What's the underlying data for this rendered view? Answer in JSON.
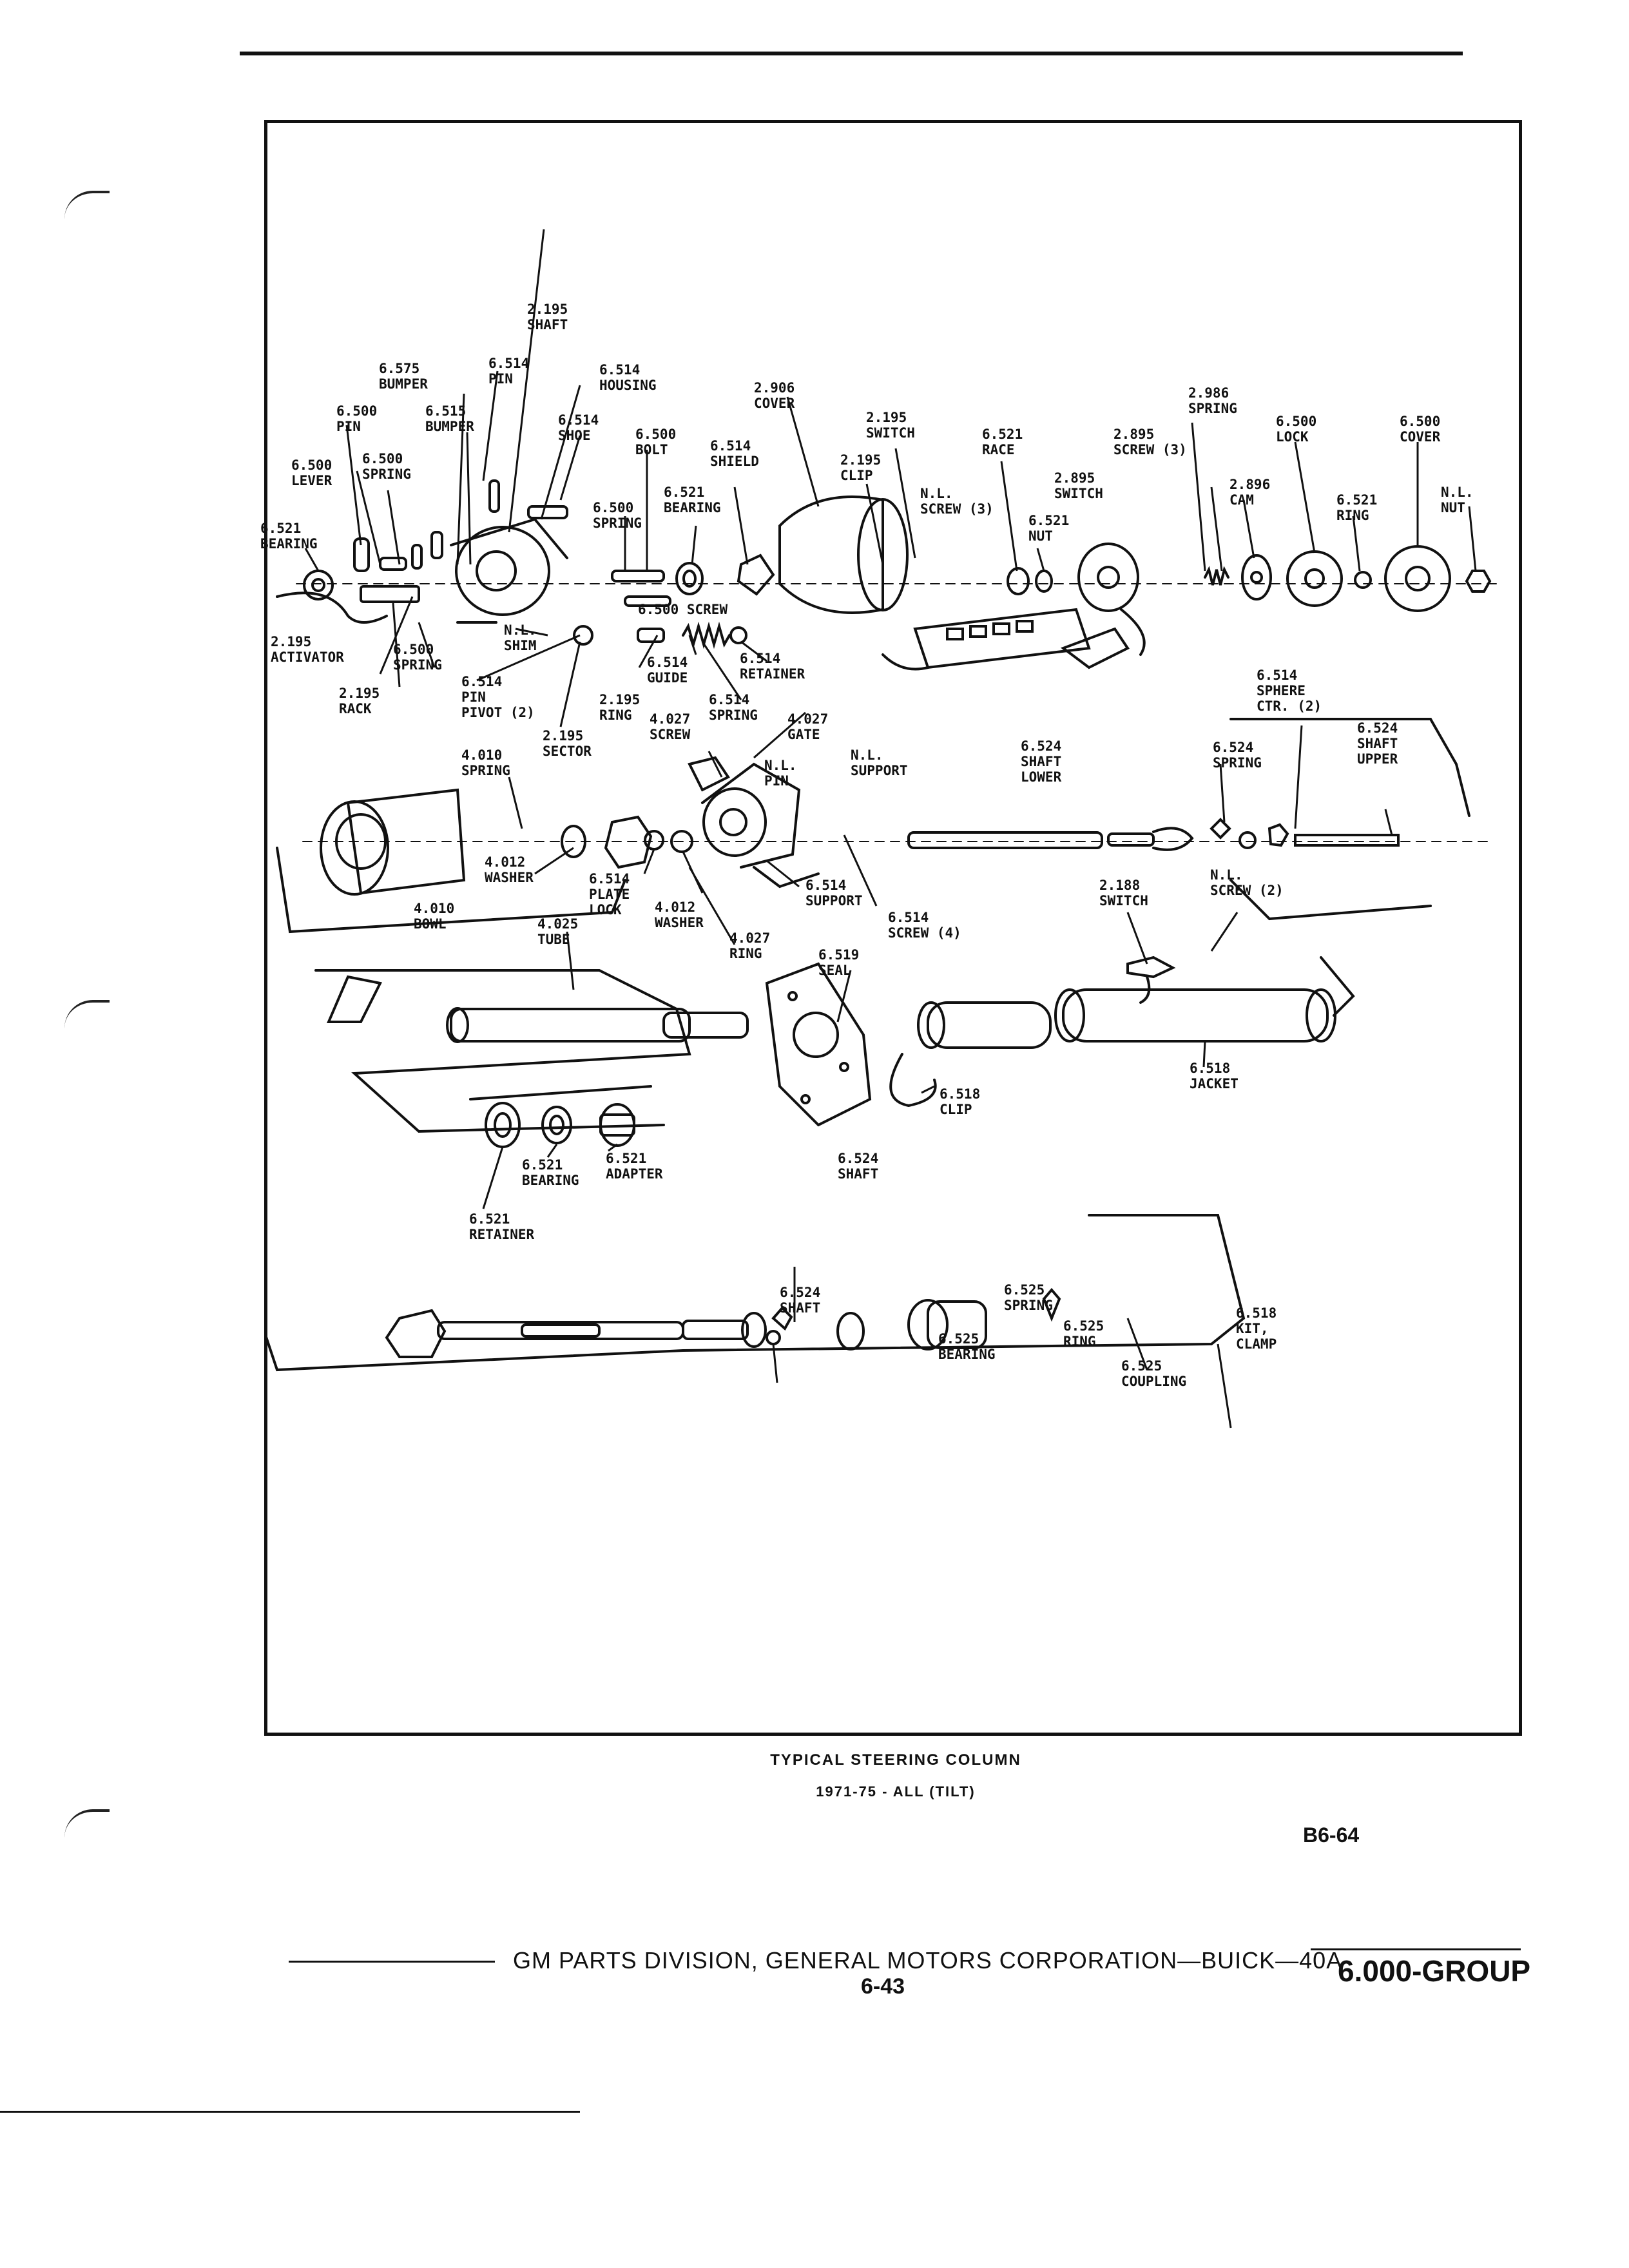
{
  "figure": {
    "caption_title": "TYPICAL STEERING COLUMN",
    "caption_subtitle": "1971-75 - ALL (TILT)",
    "figure_code": "B6-64"
  },
  "footer": {
    "publisher_line": "GM PARTS DIVISION, GENERAL MOTORS CORPORATION—BUICK—40A",
    "page_number": "6-43",
    "group": "6.000-GROUP"
  },
  "labels": [
    {
      "id": "shaft-2195",
      "num": "2.195",
      "name": "SHAFT"
    },
    {
      "id": "bumper-6575",
      "num": "6.575",
      "name": "BUMPER"
    },
    {
      "id": "pin-6514",
      "num": "6.514",
      "name": "PIN"
    },
    {
      "id": "housing-6514",
      "num": "6.514",
      "name": "HOUSING"
    },
    {
      "id": "pin-6500",
      "num": "6.500",
      "name": "PIN"
    },
    {
      "id": "bumper-6515",
      "num": "6.515",
      "name": "BUMPER"
    },
    {
      "id": "shoe-6514",
      "num": "6.514",
      "name": "SHOE"
    },
    {
      "id": "bolt-6500",
      "num": "6.500",
      "name": "BOLT"
    },
    {
      "id": "lever-6500",
      "num": "6.500",
      "name": "LEVER"
    },
    {
      "id": "spring-6500a",
      "num": "6.500",
      "name": "SPRING"
    },
    {
      "id": "bearing-6521a",
      "num": "6.521",
      "name": "BEARING"
    },
    {
      "id": "spring-6500b",
      "num": "6.500",
      "name": "SPRING"
    },
    {
      "id": "bearing-6521b",
      "num": "6.521",
      "name": "BEARING"
    },
    {
      "id": "shield-6514",
      "num": "6.514",
      "name": "SHIELD"
    },
    {
      "id": "cover-2906",
      "num": "2.906",
      "name": "COVER"
    },
    {
      "id": "switch-2195",
      "num": "2.195",
      "name": "SWITCH"
    },
    {
      "id": "clip-2195",
      "num": "2.195",
      "name": "CLIP"
    },
    {
      "id": "nl-screw-3",
      "num": "N.L.",
      "name": "SCREW (3)"
    },
    {
      "id": "race-6521",
      "num": "6.521",
      "name": "RACE"
    },
    {
      "id": "nut-6521",
      "num": "6.521",
      "name": "NUT"
    },
    {
      "id": "screw-2895",
      "num": "2.895",
      "name": "SCREW (3)"
    },
    {
      "id": "switch-2895",
      "num": "2.895",
      "name": "SWITCH"
    },
    {
      "id": "spring-2986",
      "num": "2.986",
      "name": "SPRING"
    },
    {
      "id": "cam-2896",
      "num": "2.896",
      "name": "CAM"
    },
    {
      "id": "lock-6500",
      "num": "6.500",
      "name": "LOCK"
    },
    {
      "id": "ring-6521",
      "num": "6.521",
      "name": "RING"
    },
    {
      "id": "cover-6500",
      "num": "6.500",
      "name": "COVER"
    },
    {
      "id": "nl-nut",
      "num": "N.L.",
      "name": "NUT"
    },
    {
      "id": "activator-2195",
      "num": "2.195",
      "name": "ACTIVATOR"
    },
    {
      "id": "nl-shim",
      "num": "N.L.",
      "name": "SHIM"
    },
    {
      "id": "screw-6500",
      "num": "6.500",
      "name": "SCREW"
    },
    {
      "id": "spring-6500c",
      "num": "6.500",
      "name": "SPRING"
    },
    {
      "id": "rack-2195",
      "num": "2.195",
      "name": "RACK"
    },
    {
      "id": "pin-pivot-6514",
      "num": "6.514",
      "name": "PIN\nPIVOT (2)"
    },
    {
      "id": "guide-6514",
      "num": "6.514",
      "name": "GUIDE"
    },
    {
      "id": "retainer-6514",
      "num": "6.514",
      "name": "RETAINER"
    },
    {
      "id": "ring-2195",
      "num": "2.195",
      "name": "RING"
    },
    {
      "id": "spring-6514",
      "num": "6.514",
      "name": "SPRING"
    },
    {
      "id": "sector-2195",
      "num": "2.195",
      "name": "SECTOR"
    },
    {
      "id": "screw-4027",
      "num": "4.027",
      "name": "SCREW"
    },
    {
      "id": "gate-4027",
      "num": "4.027",
      "name": "GATE"
    },
    {
      "id": "spring-4010",
      "num": "4.010",
      "name": "SPRING"
    },
    {
      "id": "nl-pin",
      "num": "N.L.",
      "name": "PIN"
    },
    {
      "id": "nl-support",
      "num": "N.L.",
      "name": "SUPPORT"
    },
    {
      "id": "shaft-lower-6524",
      "num": "6.524",
      "name": "SHAFT\nLOWER"
    },
    {
      "id": "sphere-6514",
      "num": "6.514",
      "name": "SPHERE\nCTR. (2)"
    },
    {
      "id": "spring-6524",
      "num": "6.524",
      "name": "SPRING"
    },
    {
      "id": "shaft-upper-6524",
      "num": "6.524",
      "name": "SHAFT\nUPPER"
    },
    {
      "id": "washer-4012a",
      "num": "4.012",
      "name": "WASHER"
    },
    {
      "id": "plate-lock-6514",
      "num": "6.514",
      "name": "PLATE\nLOCK"
    },
    {
      "id": "washer-4012b",
      "num": "4.012",
      "name": "WASHER"
    },
    {
      "id": "support-6514",
      "num": "6.514",
      "name": "SUPPORT"
    },
    {
      "id": "screw-6514",
      "num": "6.514",
      "name": "SCREW (4)"
    },
    {
      "id": "bowl-4010",
      "num": "4.010",
      "name": "BOWL"
    },
    {
      "id": "tube-4025",
      "num": "4.025",
      "name": "TUBE"
    },
    {
      "id": "ring-4027",
      "num": "4.027",
      "name": "RING"
    },
    {
      "id": "seal-6519",
      "num": "6.519",
      "name": "SEAL"
    },
    {
      "id": "switch-2188",
      "num": "2.188",
      "name": "SWITCH"
    },
    {
      "id": "nl-screw-2",
      "num": "N.L.",
      "name": "SCREW (2)"
    },
    {
      "id": "clip-6518",
      "num": "6.518",
      "name": "CLIP"
    },
    {
      "id": "jacket-6518",
      "num": "6.518",
      "name": "JACKET"
    },
    {
      "id": "bearing-6521c",
      "num": "6.521",
      "name": "BEARING"
    },
    {
      "id": "adapter-6521",
      "num": "6.521",
      "name": "ADAPTER"
    },
    {
      "id": "retainer-6521",
      "num": "6.521",
      "name": "RETAINER"
    },
    {
      "id": "shaft-6524a",
      "num": "6.524",
      "name": "SHAFT"
    },
    {
      "id": "shaft-6524b",
      "num": "6.524",
      "name": "SHAFT"
    },
    {
      "id": "spring-6525",
      "num": "6.525",
      "name": "SPRING"
    },
    {
      "id": "bearing-6525",
      "num": "6.525",
      "name": "BEARING"
    },
    {
      "id": "ring-6525",
      "num": "6.525",
      "name": "RING"
    },
    {
      "id": "coupling-6525",
      "num": "6.525",
      "name": "COUPLING"
    },
    {
      "id": "kit-clamp-6518",
      "num": "6.518",
      "name": "KIT,\nCLAMP"
    }
  ]
}
